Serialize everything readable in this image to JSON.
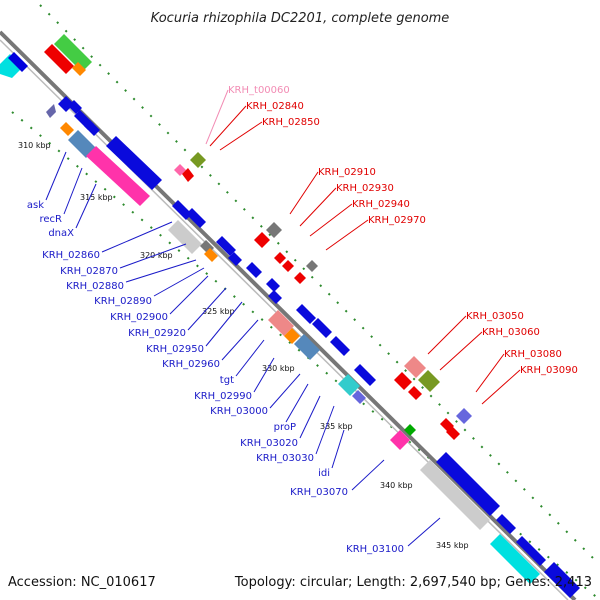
{
  "title": "Kocuria rhizophila DC2201, complete genome",
  "footer": {
    "accession": "Accession: NC_010617",
    "topology": "Topology: circular; Length: 2,697,540 bp; Genes: 2,413"
  },
  "colors": {
    "backbone": "#888888",
    "tick_dots": "#2e8b2e",
    "left_label": "#1a1ac8",
    "right_label_red": "#e00000",
    "right_label_pink": "#f28cb4",
    "cds_blue": "#0a0adc",
    "rna_red": "#ee0000"
  },
  "scale_labels": [
    "310 kbp",
    "315 kbp",
    "320 kbp",
    "325 kbp",
    "330 kbp",
    "335 kbp",
    "340 kbp",
    "345 kbp"
  ],
  "left_labels": [
    "ask",
    "recR",
    "dnaX",
    "KRH_02860",
    "KRH_02870",
    "KRH_02880",
    "KRH_02890",
    "KRH_02900",
    "KRH_02920",
    "KRH_02950",
    "KRH_02960",
    "tgt",
    "KRH_02990",
    "KRH_03000",
    "proP",
    "KRH_03020",
    "KRH_03030",
    "idi",
    "KRH_03070",
    "KRH_03100"
  ],
  "right_labels": [
    "KRH_t00060",
    "KRH_02840",
    "KRH_02850",
    "KRH_02910",
    "KRH_02930",
    "KRH_02940",
    "KRH_02970",
    "KRH_03050",
    "KRH_03060",
    "KRH_03080",
    "KRH_03090"
  ]
}
